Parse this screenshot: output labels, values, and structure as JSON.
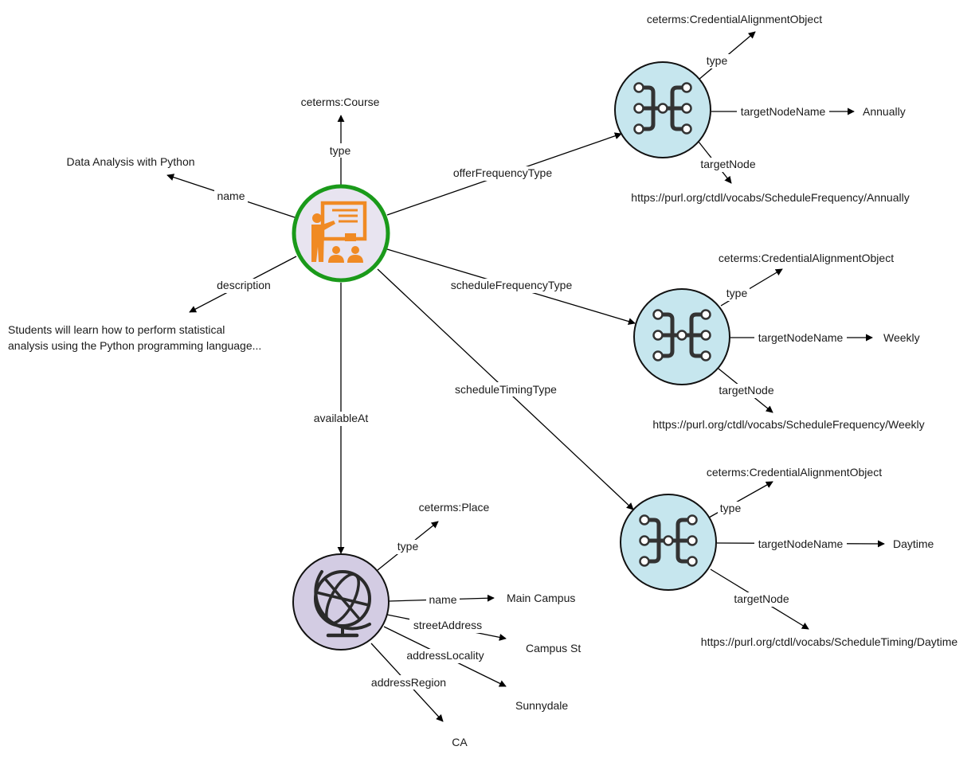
{
  "course": {
    "type_label": "type",
    "type_value": "ceterms:Course",
    "name_label": "name",
    "name_value": "Data Analysis with Python",
    "description_label": "description",
    "description_line1": "Students will learn how to perform statistical",
    "description_line2": "analysis using the Python programming language...",
    "available_label": "availableAt",
    "offer_label": "offerFrequencyType",
    "schedule_freq_label": "scheduleFrequencyType",
    "schedule_timing_label": "scheduleTimingType",
    "icon": "teacher-presentation-icon",
    "ring_color": "#1a9a1a",
    "fill_color": "#e8e4f0",
    "icon_color": "#f08a24"
  },
  "alignments": [
    {
      "type_label": "type",
      "type_value": "ceterms:CredentialAlignmentObject",
      "target_name_label": "targetNodeName",
      "target_name_value": "Annually",
      "target_node_label": "targetNode",
      "target_node_value": "https://purl.org/ctdl/vocabs/ScheduleFrequency/Annually"
    },
    {
      "type_label": "type",
      "type_value": "ceterms:CredentialAlignmentObject",
      "target_name_label": "targetNodeName",
      "target_name_value": "Weekly",
      "target_node_label": "targetNode",
      "target_node_value": "https://purl.org/ctdl/vocabs/ScheduleFrequency/Weekly"
    },
    {
      "type_label": "type",
      "type_value": "ceterms:CredentialAlignmentObject",
      "target_name_label": "targetNodeName",
      "target_name_value": "Daytime",
      "target_node_label": "targetNode",
      "target_node_value": "https://purl.org/ctdl/vocabs/ScheduleTiming/Daytime"
    }
  ],
  "alignment_style": {
    "fill_color": "#c6e6ee",
    "icon_color": "#333333",
    "icon": "network-hub-icon"
  },
  "place": {
    "type_label": "type",
    "type_value": "ceterms:Place",
    "name_label": "name",
    "name_value": "Main Campus",
    "street_label": "streetAddress",
    "street_value": "Campus St",
    "locality_label": "addressLocality",
    "locality_value": "Sunnydale",
    "region_label": "addressRegion",
    "region_value": "CA",
    "icon": "globe-icon",
    "fill_color": "#d3cce3"
  }
}
